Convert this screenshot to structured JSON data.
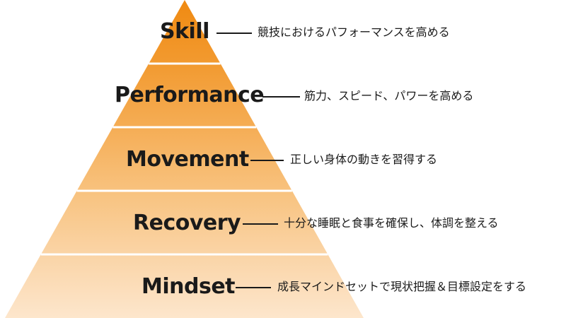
{
  "tiers": [
    {
      "title": "Skill",
      "description": "競技におけるパフォーマンスを高める",
      "color": "#f08c1c"
    },
    {
      "title": "Performance",
      "description": "筋力、スピード、パワーを高める",
      "color": "#f4a544"
    },
    {
      "title": "Movement",
      "description": "正しい身体の動きを習得する",
      "color": "#f6b868"
    },
    {
      "title": "Recovery",
      "description": "十分な睡眠と食事を確保し、体調を整える",
      "color": "#f9cc92"
    },
    {
      "title": "Mindset",
      "description": "成長マインドセットで現状把握＆目標設定をする",
      "color": "#fbdcb8"
    }
  ]
}
